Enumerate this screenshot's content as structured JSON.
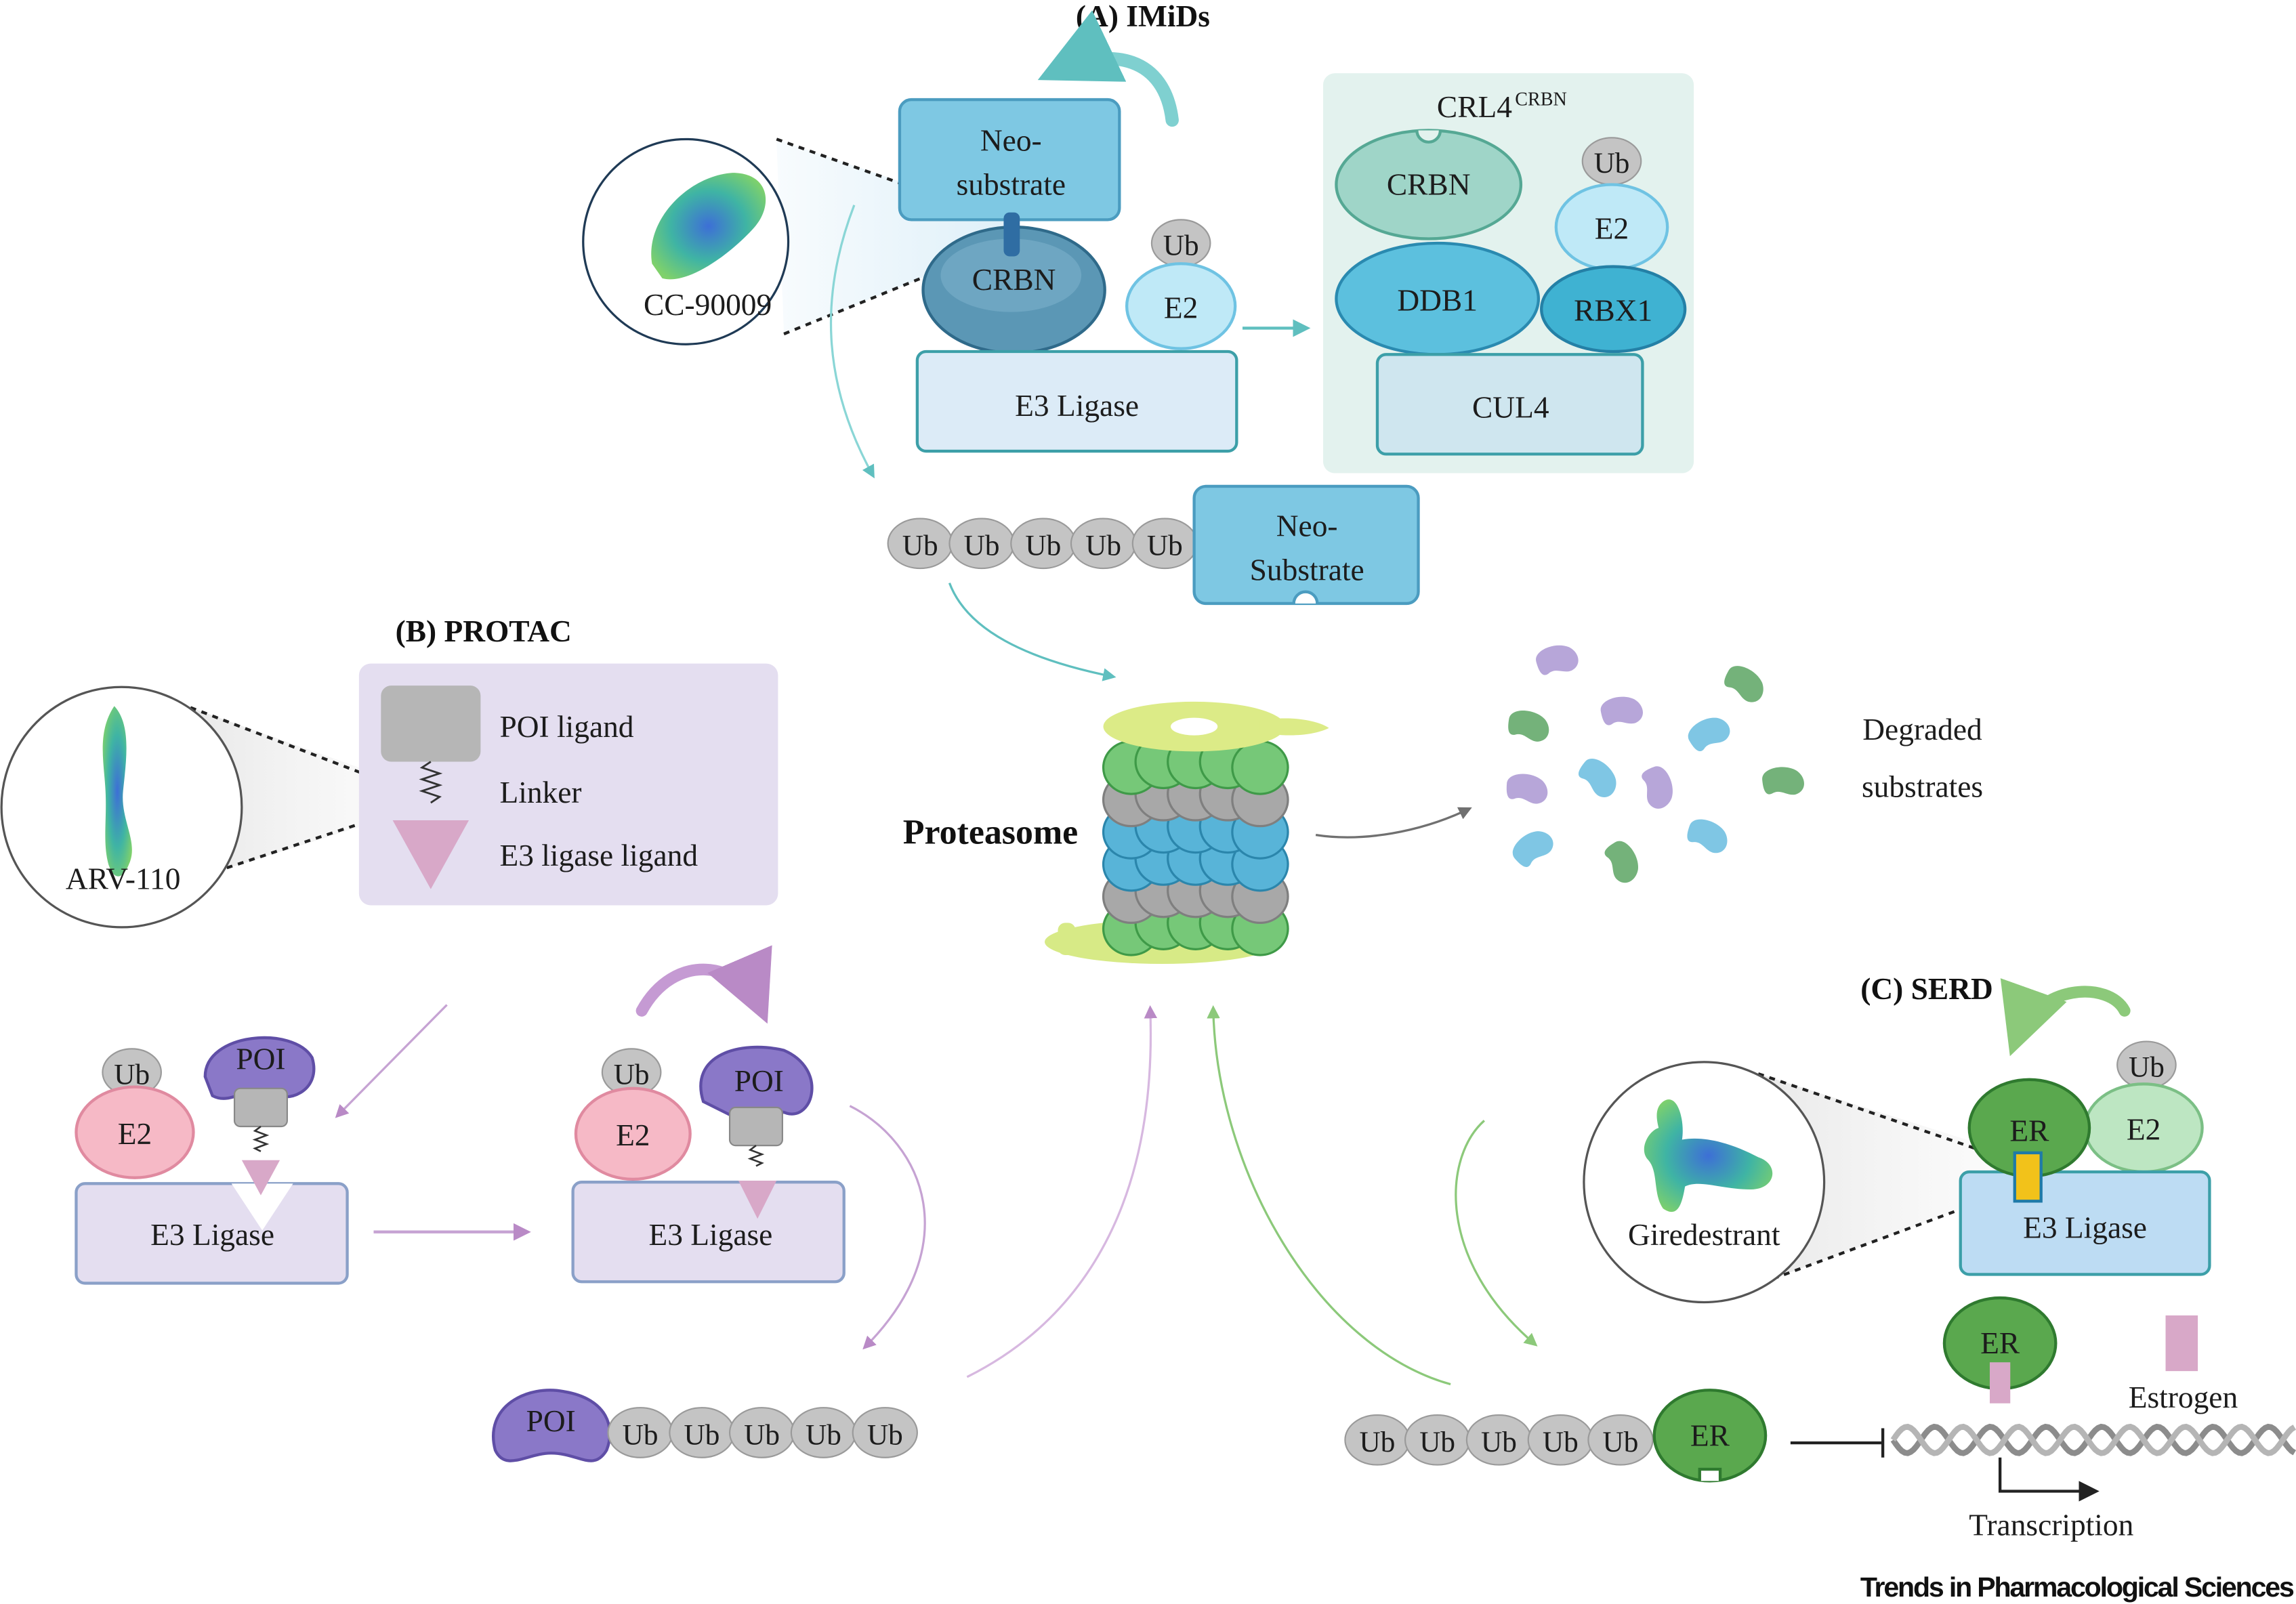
{
  "panels": {
    "imids": {
      "title": "(A) IMiDs",
      "molecule": "CC-90009",
      "neo_substrate": "Neo-\nsubstrate",
      "crbn": "CRBN",
      "e2": "E2",
      "ub": "Ub",
      "e3_ligase": "E3 Ligase",
      "crl4_title": "CRL4",
      "crl4_superscript": "CRBN",
      "crl4_crbn": "CRBN",
      "crl4_ub": "Ub",
      "crl4_e2": "E2",
      "crl4_ddb1": "DDB1",
      "crl4_rbx1": "RBX1",
      "crl4_cul4": "CUL4",
      "chain_ub": [
        "Ub",
        "Ub",
        "Ub",
        "Ub",
        "Ub"
      ],
      "chain_substrate": "Neo-\nSubstrate"
    },
    "protac": {
      "title": "(B) PROTAC",
      "molecule": "ARV-110",
      "legend": [
        "POI ligand",
        "Linker",
        "E3 ligase ligand"
      ],
      "complex1": {
        "ub": "Ub",
        "e2": "E2",
        "poi": "POI",
        "e3_ligase": "E3 Ligase"
      },
      "complex2": {
        "ub": "Ub",
        "e2": "E2",
        "poi": "POI",
        "e3_ligase": "E3 Ligase"
      },
      "chain_poi": "POI",
      "chain_ub": [
        "Ub",
        "Ub",
        "Ub",
        "Ub",
        "Ub"
      ]
    },
    "serd": {
      "title": "(C) SERD",
      "molecule": "Giredestrant",
      "er": "ER",
      "e2": "E2",
      "ub": "Ub",
      "e3_ligase": "E3 Ligase",
      "er_free": "ER",
      "estrogen": "Estrogen",
      "transcription": "Transcription",
      "chain_ub": [
        "Ub",
        "Ub",
        "Ub",
        "Ub",
        "Ub"
      ],
      "chain_er": "ER"
    }
  },
  "center": {
    "proteasome": "Proteasome",
    "degraded": "Degraded\nsubstrates"
  },
  "journal": "Trends in Pharmacological Sciences",
  "colors": {
    "teal_arrow": "#5fbfbf",
    "purple_arrow": "#b98ac6",
    "green_arrow": "#8cc97a",
    "grey_arrow": "#707070",
    "neo_substrate": "#7ec8e3",
    "crbn": "#5b97b5",
    "e2_light": "#bfe9f7",
    "e3_box": "#dcebf7",
    "crl4_bg": "#e3f2ee",
    "protac_bg": "#e4def0",
    "poi": "#8a78c8",
    "e2_pink": "#f6b9c6",
    "er_green": "#5aa84e",
    "ub_grey": "#c4c4c4"
  }
}
